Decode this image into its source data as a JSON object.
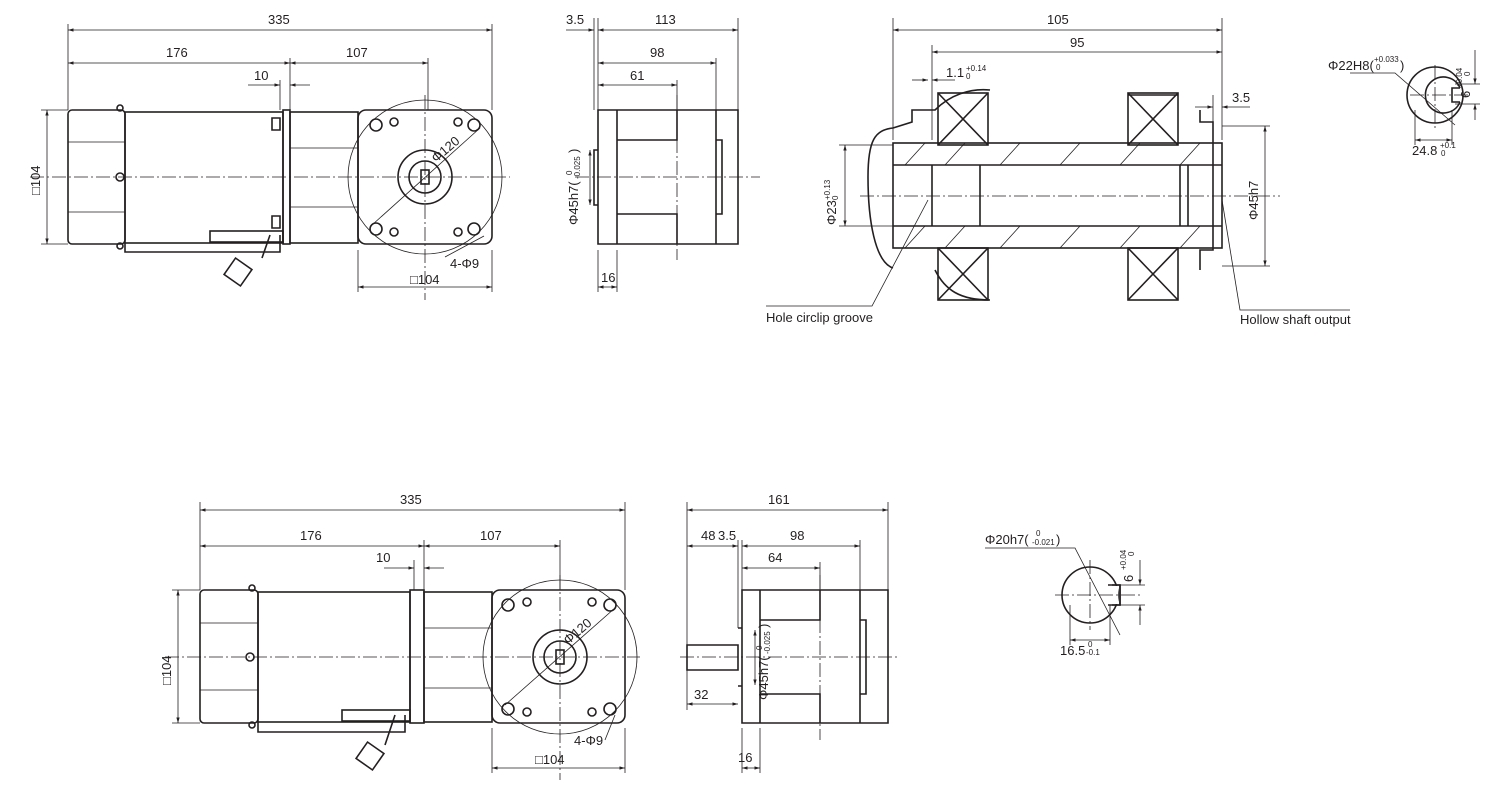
{
  "drawing": {
    "top_side_view": {
      "overall_length": "335",
      "motor_length": "176",
      "gear_length": "107",
      "flange": "10",
      "height": "□104",
      "width": "□104",
      "circle": "Φ120",
      "holes": "4-Φ9"
    },
    "top_end_view": {
      "total": "113",
      "offset": "3.5",
      "depth": "98",
      "pilot": "61",
      "shaft": "16",
      "pilot_dia": "Φ45h7(",
      "pilot_tol_upper": "0",
      "pilot_tol_lower": "-0.025",
      "pilot_close": ")"
    },
    "section_view": {
      "length": "105",
      "inner_length": "95",
      "groove": "1.1",
      "groove_tol_upper": "+0.14",
      "groove_tol_lower": "0",
      "edge": "3.5",
      "bore": "Φ23",
      "bore_tol_upper": "+0.13",
      "bore_tol_lower": "0",
      "outer": "Φ45h7",
      "label_circlip": "Hole circlip groove",
      "label_hollow": "Hollow shaft output"
    },
    "hollow_keyway": {
      "bore": "Φ22H8(",
      "bore_tol_upper": "+0.033",
      "bore_tol_lower": "0",
      "bore_close": ")",
      "key": "6",
      "key_tol_upper": "+0.04",
      "key_tol_lower": "0",
      "depth": "24.8",
      "depth_tol_upper": "+0.1",
      "depth_tol_lower": "0"
    },
    "bottom_side_view": {
      "overall_length": "335",
      "motor_length": "176",
      "gear_length": "107",
      "flange": "10",
      "height": "□104",
      "width": "□104",
      "circle": "Φ120",
      "holes": "4-Φ9"
    },
    "bottom_end_view": {
      "total": "161",
      "shaft_len": "48",
      "offset": "3.5",
      "depth": "98",
      "pilot": "64",
      "shaft_ext": "32",
      "flange": "16",
      "pilot_dia": "Φ45h7(",
      "pilot_tol_upper": "0",
      "pilot_tol_lower": "-0.025",
      "pilot_close": ")"
    },
    "solid_keyway": {
      "shaft": "Φ20h7(",
      "shaft_tol_upper": "0",
      "shaft_tol_lower": "-0.021",
      "shaft_close": ")",
      "key": "6",
      "key_tol_upper": "+0.04",
      "key_tol_lower": "0",
      "depth": "16.5",
      "depth_tol_upper": "0",
      "depth_tol_lower": "-0.1"
    }
  }
}
